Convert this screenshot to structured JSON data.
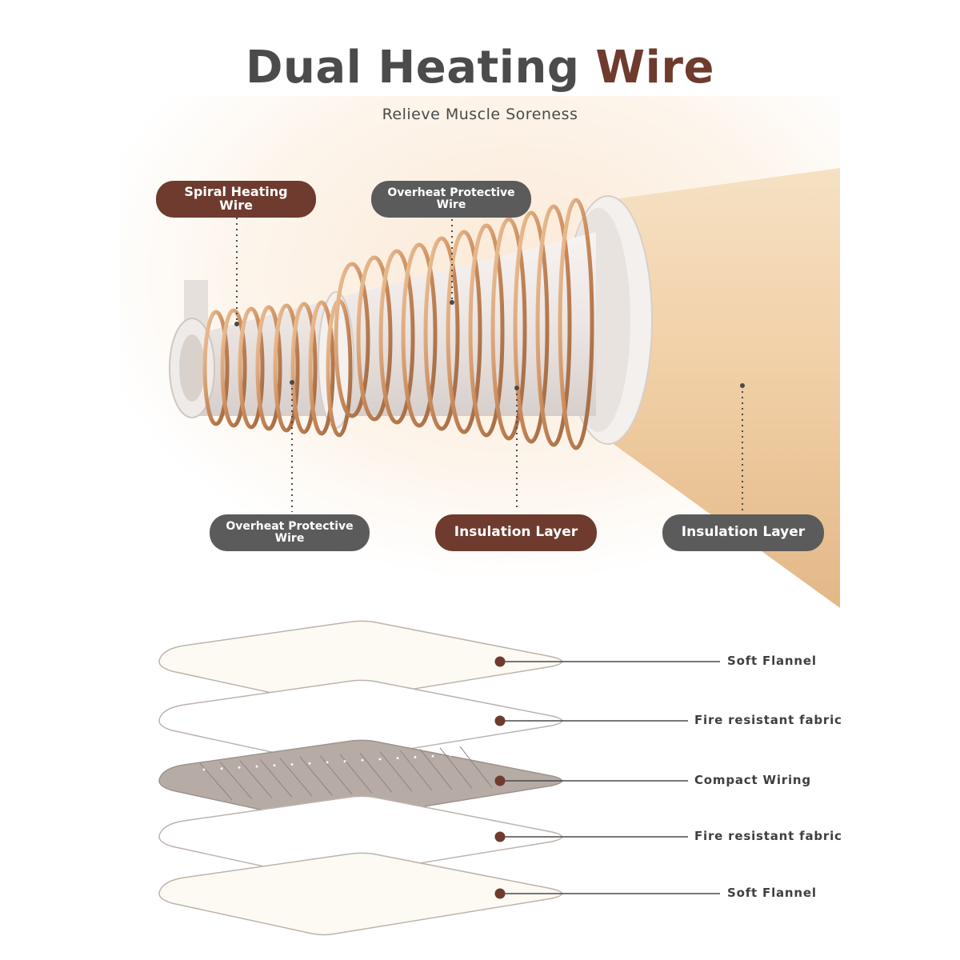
{
  "header": {
    "title_main": "Dual Heating ",
    "title_accent": "Wire",
    "subtitle": "Relieve Muscle Soreness"
  },
  "callouts": {
    "spiral_heating_wire": "Spiral Heating Wire",
    "overheat_top": "Overheat Protective Wire",
    "overheat_bottom": "Overheat Protective Wire",
    "insulation_center": "Insulation Layer",
    "insulation_right": "Insulation Layer"
  },
  "layers": [
    {
      "label": "Soft Flannel"
    },
    {
      "label": "Fire resistant fabric"
    },
    {
      "label": "Compact Wiring"
    },
    {
      "label": "Fire resistant fabric"
    },
    {
      "label": "Soft Flannel"
    }
  ],
  "colors": {
    "brand_brown": "#6e3b2e",
    "pill_gray": "#5b5b5b",
    "copper": "#c98a5a",
    "tube_peach": "#f1d3ac"
  }
}
